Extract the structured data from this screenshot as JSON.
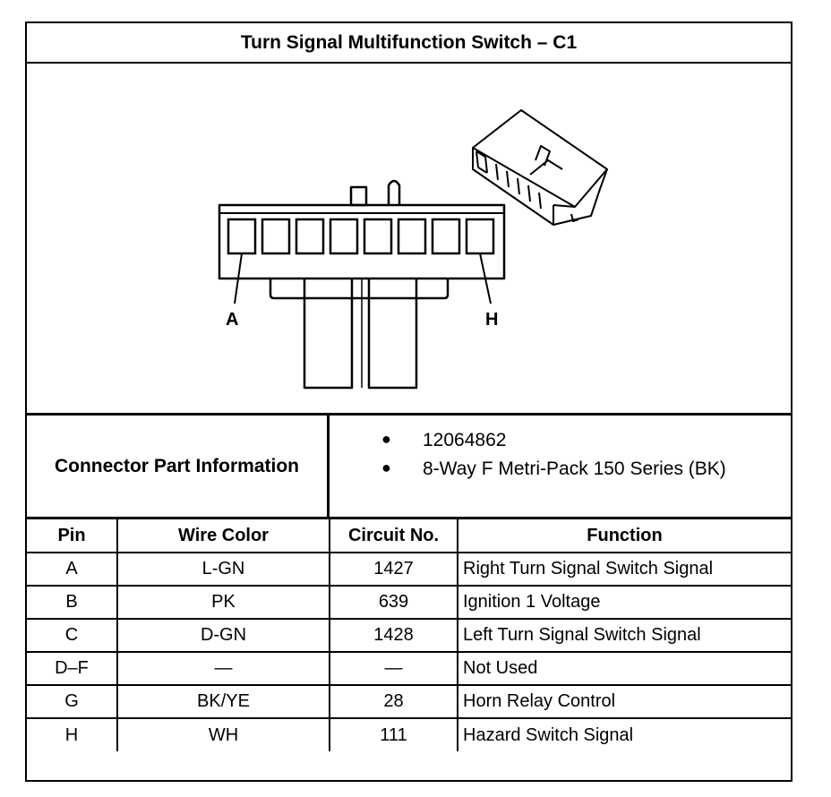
{
  "title": "Turn Signal Multifunction Switch – C1",
  "figure": {
    "pin_label_left": "A",
    "pin_label_right": "H"
  },
  "connector_info": {
    "label": "Connector Part Information",
    "items": [
      "12064862",
      "8-Way F Metri-Pack 150 Series (BK)"
    ]
  },
  "pin_table": {
    "headers": [
      "Pin",
      "Wire Color",
      "Circuit No.",
      "Function"
    ],
    "rows": [
      [
        "A",
        "L-GN",
        "1427",
        "Right Turn Signal Switch Signal"
      ],
      [
        "B",
        "PK",
        "639",
        "Ignition 1 Voltage"
      ],
      [
        "C",
        "D-GN",
        "1428",
        "Left Turn Signal Switch Signal"
      ],
      [
        "D–F",
        "—",
        "—",
        "Not Used"
      ],
      [
        "G",
        "BK/YE",
        "28",
        "Horn Relay Control"
      ],
      [
        "H",
        "WH",
        "111",
        "Hazard Switch Signal"
      ]
    ]
  }
}
